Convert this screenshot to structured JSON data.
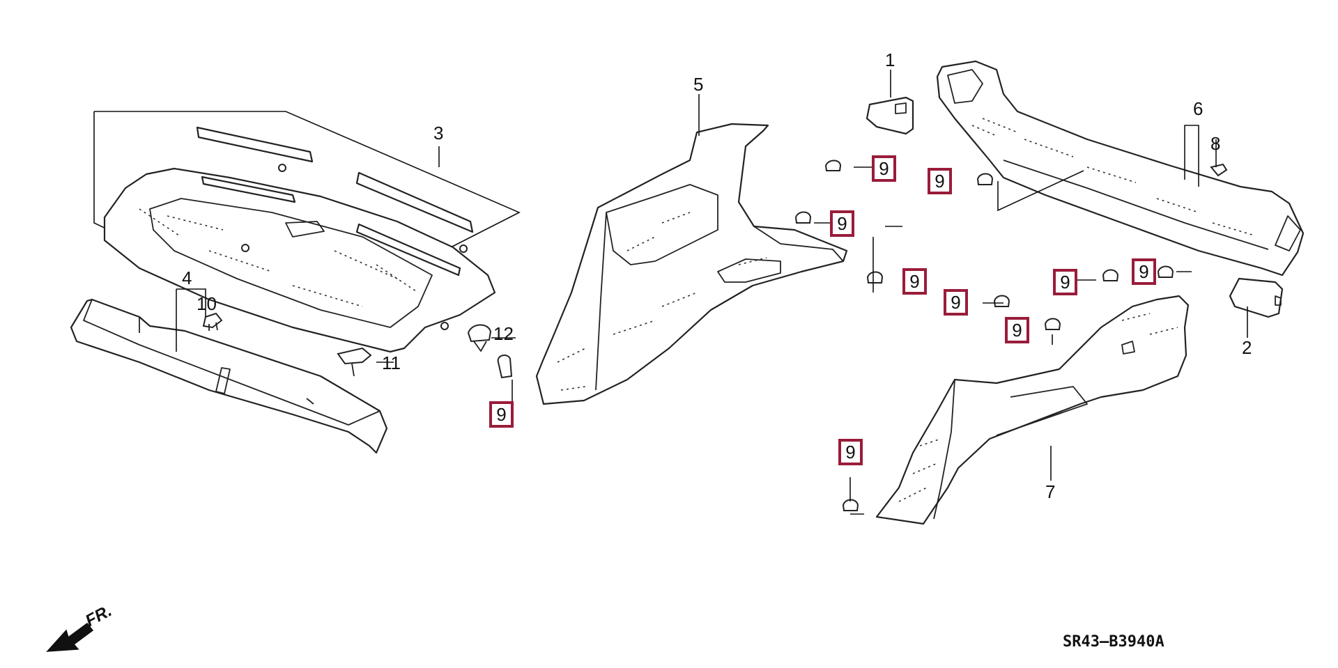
{
  "callouts": {
    "c1": "1",
    "c2": "2",
    "c3": "3",
    "c4": "4",
    "c5": "5",
    "c6": "6",
    "c7": "7",
    "c8": "8",
    "c10": "10",
    "c11": "11",
    "c12": "12"
  },
  "fastener_label": "9",
  "direction_label": "FR.",
  "diagram_code": "SR43–B3940A",
  "colors": {
    "box_border": "#9a1c3a",
    "line": "#222222"
  }
}
